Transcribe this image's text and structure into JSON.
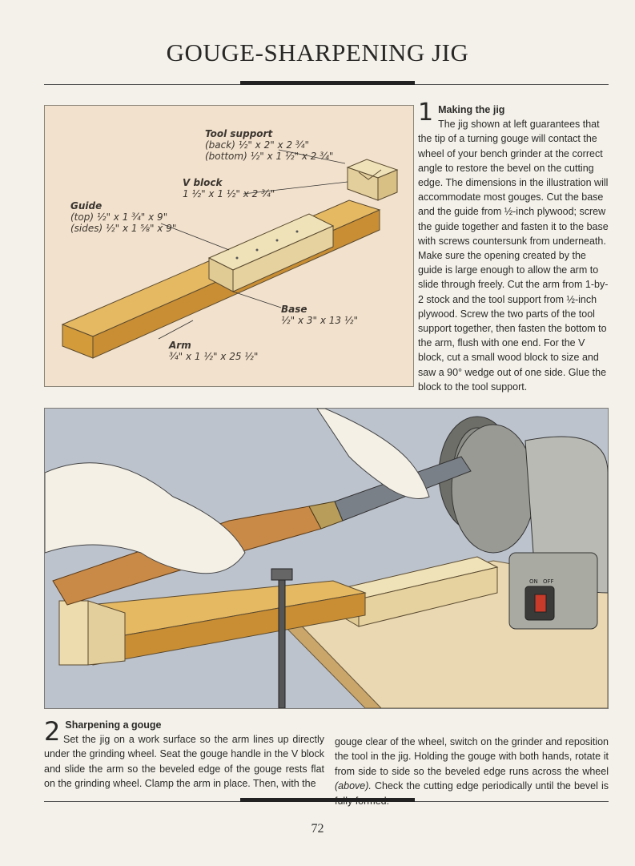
{
  "page": {
    "title": "GOUGE-SHARPENING JIG",
    "page_number": "72"
  },
  "figure1": {
    "labels": {
      "tool_support": {
        "head": "Tool support",
        "line1": "(back) ½\" x 2\" x 2 ¾\"",
        "line2": "(bottom) ½\" x 1 ½\" x 2 ¾\""
      },
      "v_block": {
        "head": "V block",
        "line1": "1 ½\" x 1 ½\" x 2 ¾\""
      },
      "guide": {
        "head": "Guide",
        "line1": "(top) ½\" x 1 ¾\" x 9\"",
        "line2": "(sides) ½\" x 1 ⅝\" x 9\""
      },
      "base": {
        "head": "Base",
        "line1": "½\" x 3\" x 13 ½\""
      },
      "arm": {
        "head": "Arm",
        "line1": "¾\" x 1 ½\" x 25 ½\""
      }
    }
  },
  "step1": {
    "number": "1",
    "heading": "Making the jig",
    "body": "The jig shown at left guarantees that the tip of a turning gouge will contact the wheel of your bench grinder at the correct angle to restore the bevel on the cutting edge. The dimensions in the illustration will accommodate most gouges. Cut the base and the guide from ½-inch plywood; screw the guide together and fasten it to the base with screws countersunk from underneath. Make sure the opening created by the guide is large enough to allow the arm to slide through freely. Cut the arm from 1-by-2 stock and the tool support from ½-inch plywood. Screw the two parts of the tool support together, then fasten the bottom to the arm, flush with one end. For the V block, cut a small wood block to size and saw a 90° wedge out of one side. Glue the block to the tool support."
  },
  "figure2": {
    "switch_on": "ON",
    "switch_off": "OFF"
  },
  "step2": {
    "number": "2",
    "heading": "Sharpening a gouge",
    "body_left": "Set the jig on a work surface so the arm lines up directly under the grinding wheel. Seat the gouge handle in the V block and slide the arm so the beveled edge of the gouge rests flat on the grinding wheel. Clamp the arm in place. Then, with the",
    "body_right_a": "gouge clear of the wheel, switch on the grinder and reposition the tool in the jig. Holding the gouge with both hands, rotate it from side to side so the beveled edge runs across the wheel ",
    "body_right_em": "(above).",
    "body_right_b": " Check the cutting edge periodically until the bevel is fully formed."
  },
  "colors": {
    "page_bg": "#f3f1ea",
    "figure1_bg": "#f2e1cc",
    "wood_arm": "#d9a850",
    "plywood": "#ecdcae",
    "figure2_bg": "#bcc3cd",
    "rule": "#222222"
  }
}
